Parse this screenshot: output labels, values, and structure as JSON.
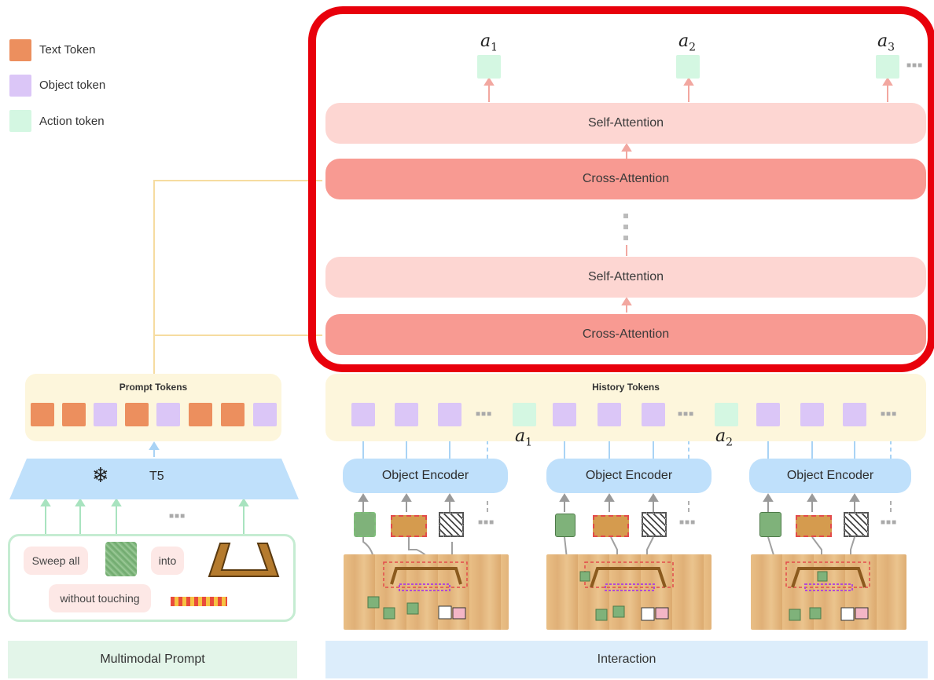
{
  "legend": [
    {
      "label": "Text Token",
      "color": "#ec8f5e"
    },
    {
      "label": "Object token",
      "color": "#dbc6f7"
    },
    {
      "label": "Action token",
      "color": "#d4f7e2"
    }
  ],
  "decoder": {
    "outputs": [
      {
        "symbol": "a",
        "sub": "1"
      },
      {
        "symbol": "a",
        "sub": "2"
      },
      {
        "symbol": "a",
        "sub": "3"
      }
    ],
    "layers": [
      {
        "label": "Self-Attention",
        "kind": "self"
      },
      {
        "label": "Cross-Attention",
        "kind": "cross"
      },
      {
        "label": "Self-Attention",
        "kind": "self"
      },
      {
        "label": "Cross-Attention",
        "kind": "cross"
      }
    ],
    "highlight_color": "#e8000b"
  },
  "prompt_tokens": {
    "title": "Prompt Tokens",
    "tokens": [
      "text",
      "text",
      "object",
      "text",
      "object",
      "text",
      "text",
      "object"
    ]
  },
  "history_tokens": {
    "title": "History Tokens",
    "action_labels": [
      {
        "symbol": "a",
        "sub": "1"
      },
      {
        "symbol": "a",
        "sub": "2"
      }
    ]
  },
  "t5": {
    "label": "T5",
    "icon": "snowflake-icon",
    "glyph": "❄"
  },
  "ellipsis": "■■■",
  "object_encoders": [
    "Object Encoder",
    "Object Encoder",
    "Object Encoder"
  ],
  "prompt": {
    "chips": [
      "Sweep all",
      "into",
      "without touching"
    ]
  },
  "footer": {
    "left": "Multimodal Prompt",
    "right": "Interaction"
  }
}
